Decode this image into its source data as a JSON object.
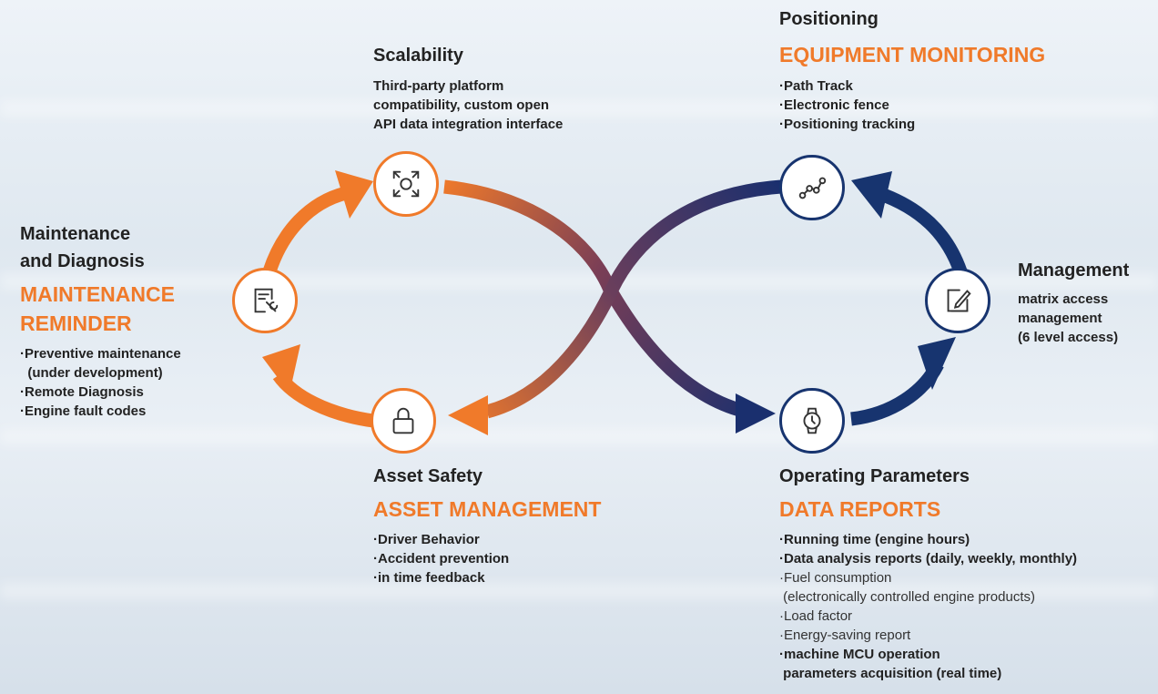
{
  "colors": {
    "orange": "#f07a2a",
    "navy": "#17346f",
    "text": "#222222"
  },
  "scalability": {
    "title": "Scalability",
    "desc": [
      "Third-party platform",
      "compatibility, custom open",
      "API data integration interface"
    ],
    "icon": "scan-icon"
  },
  "positioning": {
    "title": "Positioning",
    "headline": "EQUIPMENT MONITORING",
    "items": [
      "·Path Track",
      "·Electronic fence",
      "·Positioning tracking"
    ],
    "icon": "route-icon"
  },
  "maintenance": {
    "title": [
      "Maintenance",
      "and Diagnosis"
    ],
    "headline": [
      "MAINTENANCE",
      "REMINDER"
    ],
    "items": [
      "·Preventive maintenance",
      "  (under development)",
      "·Remote Diagnosis",
      "·Engine fault codes"
    ],
    "icon": "maintenance-icon"
  },
  "management": {
    "title": "Management",
    "desc": [
      "matrix access",
      "management",
      "(6 level access)"
    ],
    "icon": "edit-icon"
  },
  "asset": {
    "title": "Asset Safety",
    "headline": "ASSET MANAGEMENT",
    "items": [
      "·Driver Behavior",
      "·Accident prevention",
      "·in time feedback"
    ],
    "icon": "lock-icon"
  },
  "operating": {
    "title": "Operating Parameters",
    "headline": "DATA REPORTS",
    "items": [
      "·Running time (engine hours)",
      "·Data analysis reports (daily, weekly, monthly)",
      "·Fuel consumption",
      " (electronically controlled engine products)",
      "·Load factor",
      "·Energy-saving report",
      "·machine MCU operation",
      " parameters acquisition (real time)"
    ],
    "icon": "watch-icon"
  }
}
